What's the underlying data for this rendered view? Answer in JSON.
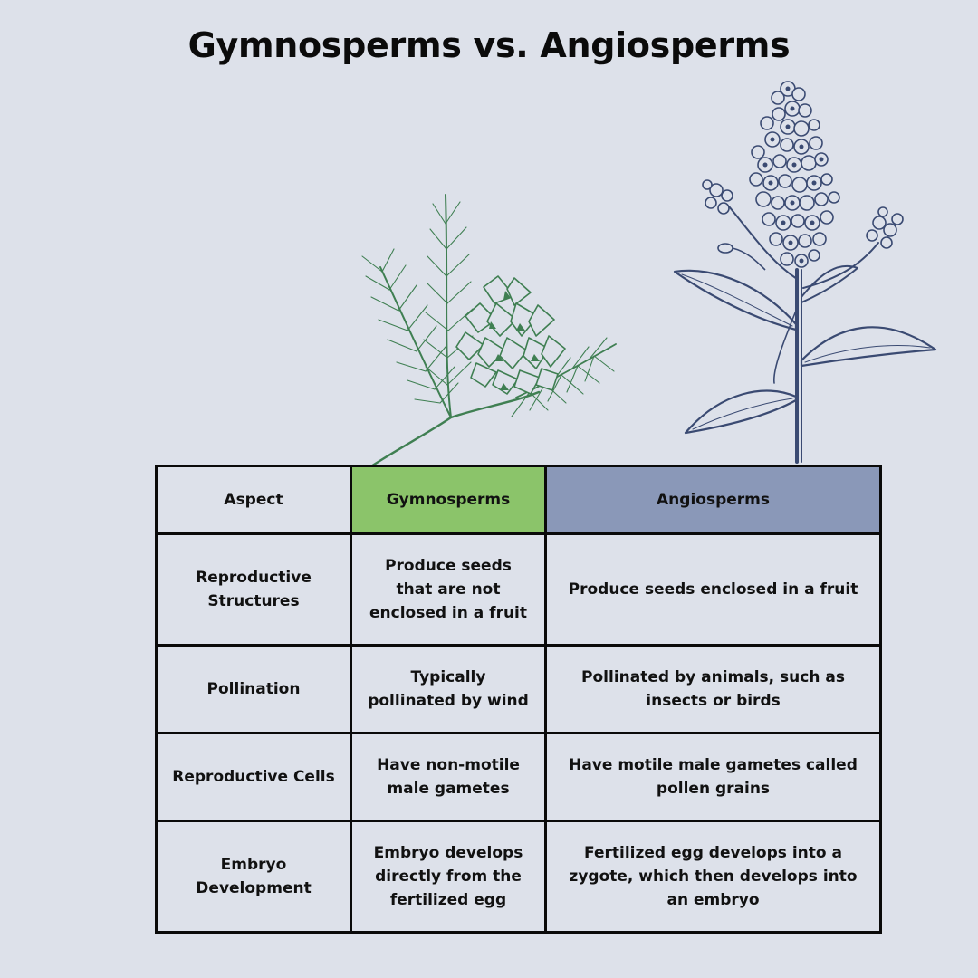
{
  "title": "Gymnosperms vs. Angiosperms",
  "colors": {
    "background": "#dde1ea",
    "gymnosperm_header": "#8bc46a",
    "angiosperm_header": "#8a98b8",
    "gymnosperm_illustration": "#3f7f52",
    "angiosperm_illustration": "#3a4a72",
    "table_border": "#0a0a0a"
  },
  "illustrations": {
    "left": "pine-branch-with-cone-icon",
    "right": "flowering-plant-spike-icon"
  },
  "table": {
    "headers": [
      "Aspect",
      "Gymnosperms",
      "Angiosperms"
    ],
    "rows": [
      {
        "aspect": "Reproductive Structures",
        "gymnosperms": "Produce seeds that are not enclosed in a fruit",
        "angiosperms": "Produce seeds enclosed in a fruit"
      },
      {
        "aspect": "Pollination",
        "gymnosperms": "Typically pollinated by wind",
        "angiosperms": "Pollinated by animals, such as insects or birds"
      },
      {
        "aspect": "Reproductive Cells",
        "gymnosperms": "Have non-motile male gametes",
        "angiosperms": "Have motile male gametes called pollen grains"
      },
      {
        "aspect": "Embryo Development",
        "gymnosperms": "Embryo develops directly from the fertilized egg",
        "angiosperms": "Fertilized egg develops into a zygote, which then develops into an embryo"
      }
    ]
  }
}
